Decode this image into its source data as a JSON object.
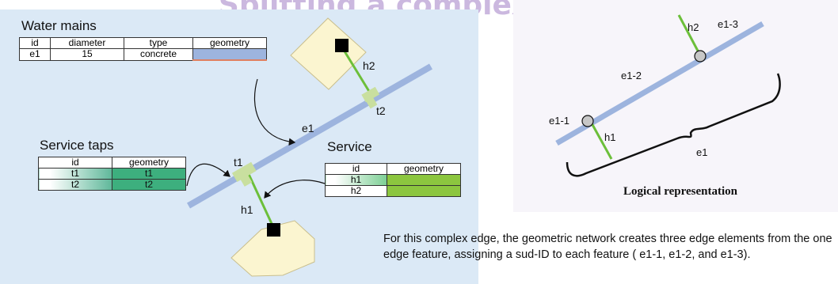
{
  "title": "Splitting a complex edge",
  "water_mains": {
    "heading": "Water mains",
    "columns": [
      "id",
      "diameter",
      "type",
      "geometry"
    ],
    "rows": [
      {
        "id": "e1",
        "diameter": "15",
        "type": "concrete",
        "geometry": ""
      }
    ]
  },
  "service_taps": {
    "heading": "Service taps",
    "columns": [
      "id",
      "geometry"
    ],
    "rows": [
      {
        "id": "t1",
        "geometry": "t1"
      },
      {
        "id": "t2",
        "geometry": "t2"
      }
    ]
  },
  "service": {
    "heading": "Service",
    "columns": [
      "id",
      "geometry"
    ],
    "rows": [
      {
        "id": "h1",
        "geometry": ""
      },
      {
        "id": "h2",
        "geometry": ""
      }
    ]
  },
  "map_labels": {
    "e1": "e1",
    "t1": "t1",
    "t2": "t2",
    "h1": "h1",
    "h2": "h2"
  },
  "logical": {
    "e1_1": "e1-1",
    "e1_2": "e1-2",
    "e1_3": "e1-3",
    "h1": "h1",
    "h2": "h2",
    "e1": "e1",
    "caption": "Logical representation"
  },
  "caption": "For this complex edge, the geometric network creates three edge elements from the one edge feature, assigning a sud-ID to each feature ( e1-1, e1-2, and e1-3).",
  "colors": {
    "main": "#9db4de",
    "service_line": "#6cbf3a",
    "tap": "#c9df9f",
    "parcel": "#fbf5d0"
  }
}
